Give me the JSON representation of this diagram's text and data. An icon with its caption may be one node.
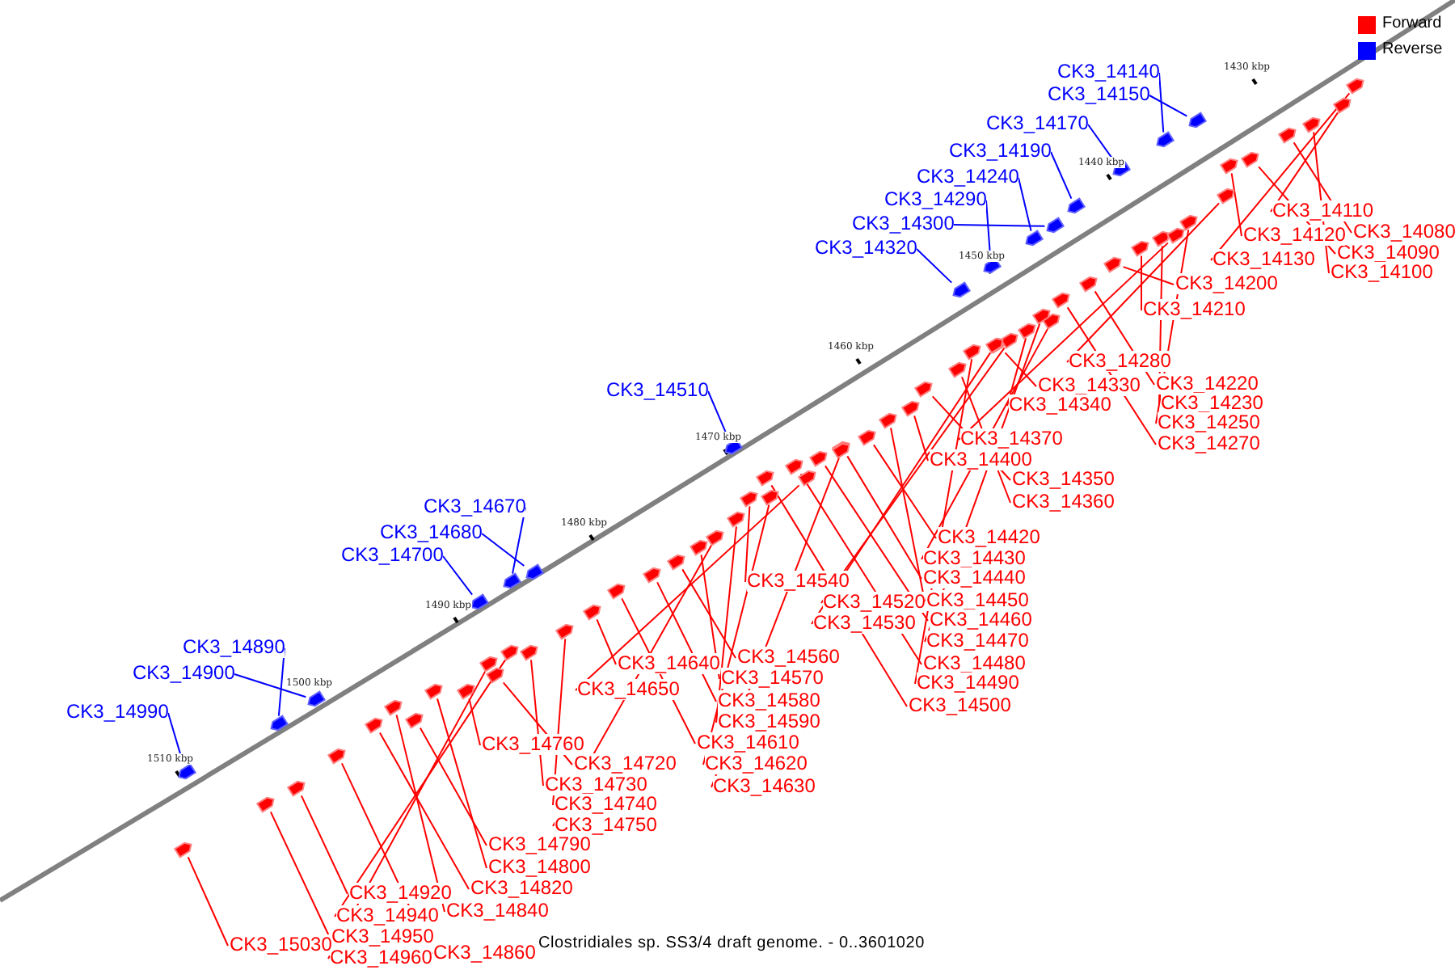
{
  "diagram": {
    "caption": "Clostridiales sp. SS3/4 draft genome. - 0..3601020",
    "nodes": [
      {
        "text": [
          "CK3_14140"
        ]
      },
      {
        "text": [
          "CK3_14150"
        ]
      },
      {
        "text": [
          "CK3_14170"
        ]
      },
      {
        "text": [
          "CK3_14190"
        ]
      },
      {
        "text": [
          "CK3_14240"
        ]
      },
      {
        "text": [
          "CK3_14290"
        ]
      },
      {
        "text": [
          "CK3_14300"
        ]
      },
      {
        "text": [
          "CK3_14320"
        ]
      },
      {
        "text": [
          "CK3_14510"
        ]
      },
      {
        "text": [
          "CK3_14670"
        ]
      },
      {
        "text": [
          "CK3_14680"
        ]
      },
      {
        "text": [
          "CK3_14700"
        ]
      },
      {
        "text": [
          "CK3_14890"
        ]
      },
      {
        "text": [
          "CK3_14900"
        ]
      },
      {
        "text": [
          "CK3_14990"
        ]
      },
      {
        "text": [
          "CK3_14080"
        ]
      },
      {
        "text": [
          "CK3_14090"
        ]
      },
      {
        "text": [
          "CK3_14100"
        ]
      },
      {
        "text": [
          "CK3_14110"
        ]
      },
      {
        "text": [
          "CK3_14120"
        ]
      },
      {
        "text": [
          "CK3_14130"
        ]
      },
      {
        "text": [
          "CK3_14200"
        ]
      },
      {
        "text": [
          "CK3_14210"
        ]
      },
      {
        "text": [
          "CK3_14220"
        ]
      },
      {
        "text": [
          "CK3_14230"
        ]
      },
      {
        "text": [
          "CK3_14250"
        ]
      },
      {
        "text": [
          "CK3_14270"
        ]
      },
      {
        "text": [
          "CK3_14280"
        ]
      },
      {
        "text": [
          "CK3_14330"
        ]
      },
      {
        "text": [
          "CK3_14340"
        ]
      },
      {
        "text": [
          "CK3_14350"
        ]
      },
      {
        "text": [
          "CK3_14360"
        ]
      },
      {
        "text": [
          "CK3_14370"
        ]
      },
      {
        "text": [
          "CK3_14400"
        ]
      },
      {
        "text": [
          "CK3_14420"
        ]
      },
      {
        "text": [
          "CK3_14430"
        ]
      },
      {
        "text": [
          "CK3_14440"
        ]
      },
      {
        "text": [
          "CK3_14450"
        ]
      },
      {
        "text": [
          "CK3_14460"
        ]
      },
      {
        "text": [
          "CK3_14470"
        ]
      },
      {
        "text": [
          "CK3_14480"
        ]
      },
      {
        "text": [
          "CK3_14490"
        ]
      },
      {
        "text": [
          "CK3_14500"
        ]
      },
      {
        "text": [
          "CK3_14520"
        ]
      },
      {
        "text": [
          "CK3_14530"
        ]
      },
      {
        "text": [
          "CK3_14540"
        ]
      },
      {
        "text": [
          "CK3_14560"
        ]
      },
      {
        "text": [
          "CK3_14570"
        ]
      },
      {
        "text": [
          "CK3_14580"
        ]
      },
      {
        "text": [
          "CK3_14590"
        ]
      },
      {
        "text": [
          "CK3_14610"
        ]
      },
      {
        "text": [
          "CK3_14620"
        ]
      },
      {
        "text": [
          "CK3_14630"
        ]
      },
      {
        "text": [
          "CK3_14640"
        ]
      },
      {
        "text": [
          "CK3_14650"
        ]
      },
      {
        "text": [
          "CK3_14720"
        ]
      },
      {
        "text": [
          "CK3_14730"
        ]
      },
      {
        "text": [
          "CK3_14740"
        ]
      },
      {
        "text": [
          "CK3_14750"
        ]
      },
      {
        "text": [
          "CK3_14760"
        ]
      },
      {
        "text": [
          "CK3_14790"
        ]
      },
      {
        "text": [
          "CK3_14800"
        ]
      },
      {
        "text": [
          "CK3_14820"
        ]
      },
      {
        "text": [
          "CK3_14840"
        ]
      },
      {
        "text": [
          "CK3_14860"
        ]
      },
      {
        "text": [
          "CK3_14920"
        ]
      },
      {
        "text": [
          "CK3_14940"
        ]
      },
      {
        "text": [
          "CK3_14950"
        ]
      },
      {
        "text": [
          "CK3_14960"
        ]
      },
      {
        "text": [
          "CK3_15030"
        ]
      },
      {
        "text": [],
        "shape": "pentagon"
      },
      {
        "text": [],
        "shape": "pentagon"
      },
      {
        "text": [],
        "shape": "pentagon"
      },
      {
        "text": [],
        "shape": "pentagon"
      },
      {
        "text": [],
        "shape": "pentagon"
      },
      {
        "text": [],
        "shape": "pentagon"
      },
      {
        "text": [],
        "shape": "pentagon"
      },
      {
        "text": [],
        "shape": "pentagon"
      },
      {
        "text": [],
        "shape": "pentagon"
      },
      {
        "text": [],
        "shape": "pentagon"
      },
      {
        "text": [],
        "shape": "pentagon"
      },
      {
        "text": [],
        "shape": "pentagon"
      },
      {
        "text": [],
        "shape": "pentagon"
      },
      {
        "text": [],
        "shape": "pentagon"
      },
      {
        "text": [],
        "shape": "pentagon"
      },
      {
        "text": [],
        "shape": "pentagon"
      },
      {
        "text": [],
        "shape": "pentagon"
      },
      {
        "text": [],
        "shape": "pentagon"
      },
      {
        "text": [],
        "shape": "pentagon"
      },
      {
        "text": [],
        "shape": "pentagon"
      },
      {
        "text": [],
        "shape": "pentagon"
      },
      {
        "text": [],
        "shape": "pentagon"
      },
      {
        "text": [],
        "shape": "pentagon"
      },
      {
        "text": [],
        "shape": "pentagon"
      },
      {
        "text": [],
        "shape": "pentagon"
      },
      {
        "text": [],
        "shape": "pentagon"
      },
      {
        "text": [],
        "shape": "pentagon"
      },
      {
        "text": [],
        "shape": "pentagon"
      },
      {
        "text": [],
        "shape": "pentagon"
      },
      {
        "text": [],
        "shape": "pentagon"
      },
      {
        "text": [],
        "shape": "pentagon"
      },
      {
        "text": [],
        "shape": "pentagon"
      },
      {
        "text": [],
        "shape": "pentagon"
      },
      {
        "text": [],
        "shape": "pentagon"
      },
      {
        "text": [],
        "shape": "pentagon"
      },
      {
        "text": [],
        "shape": "pentagon"
      },
      {
        "text": [],
        "shape": "pentagon"
      },
      {
        "text": [],
        "shape": "pentagon"
      },
      {
        "text": [],
        "shape": "pentagon"
      },
      {
        "text": [],
        "shape": "pentagon"
      },
      {
        "text": [],
        "shape": "pentagon"
      },
      {
        "text": [],
        "shape": "pentagon"
      },
      {
        "text": [],
        "shape": "pentagon"
      },
      {
        "text": [],
        "shape": "pentagon"
      },
      {
        "text": [],
        "shape": "pentagon"
      },
      {
        "text": [],
        "shape": "pentagon"
      },
      {
        "text": [],
        "shape": "pentagon"
      },
      {
        "text": [],
        "shape": "pentagon"
      },
      {
        "text": [],
        "shape": "pentagon"
      },
      {
        "text": [],
        "shape": "pentagon"
      },
      {
        "text": [],
        "shape": "pentagon"
      },
      {
        "text": [],
        "shape": "pentagon"
      },
      {
        "text": [],
        "shape": "pentagon"
      },
      {
        "text": [],
        "shape": "pentagon"
      },
      {
        "text": [],
        "shape": "pentagon"
      },
      {
        "text": [],
        "shape": "pentagon"
      },
      {
        "text": [],
        "shape": "pentagon"
      },
      {
        "text": [],
        "shape": "pentagon"
      },
      {
        "text": [],
        "shape": "pentagon"
      },
      {
        "text": [],
        "shape": "pentagon"
      },
      {
        "text": [],
        "shape": "pentagon"
      },
      {
        "text": [],
        "shape": "pentagon"
      },
      {
        "text": [],
        "shape": "pentagon"
      },
      {
        "text": [],
        "shape": "pentagon"
      },
      {
        "text": [],
        "shape": "pentagon"
      },
      {
        "text": [],
        "shape": "pentagon"
      },
      {
        "text": [],
        "shape": "pentagon"
      },
      {
        "text": [],
        "shape": "pentagon"
      },
      {
        "text": [],
        "shape": "pentagon"
      },
      {
        "text": [],
        "shape": "pentagon"
      }
    ],
    "edges": [
      {
        "from": 0,
        "to": 70,
        "arrow": "none",
        "color": "#0000ff"
      },
      {
        "from": 1,
        "to": 71,
        "arrow": "none",
        "color": "#0000ff"
      },
      {
        "from": 2,
        "to": 72,
        "arrow": "none",
        "color": "#0000ff"
      },
      {
        "from": 3,
        "to": 73,
        "arrow": "none",
        "color": "#0000ff"
      },
      {
        "from": 4,
        "to": 74,
        "arrow": "none",
        "color": "#0000ff"
      },
      {
        "from": 5,
        "to": 75,
        "arrow": "none",
        "color": "#0000ff"
      },
      {
        "from": 6,
        "to": 76,
        "arrow": "none",
        "color": "#0000ff"
      },
      {
        "from": 7,
        "to": 77,
        "arrow": "none",
        "color": "#0000ff"
      },
      {
        "from": 8,
        "to": 78,
        "arrow": "none",
        "color": "#0000ff"
      },
      {
        "from": 9,
        "to": 79,
        "arrow": "none",
        "color": "#0000ff"
      },
      {
        "from": 10,
        "to": 80,
        "arrow": "none",
        "color": "#0000ff"
      },
      {
        "from": 11,
        "to": 81,
        "arrow": "none",
        "color": "#0000ff"
      },
      {
        "from": 12,
        "to": 82,
        "arrow": "none",
        "color": "#0000ff"
      },
      {
        "from": 13,
        "to": 83,
        "arrow": "none",
        "color": "#0000ff"
      },
      {
        "from": 14,
        "to": 84,
        "arrow": "none",
        "color": "#0000ff"
      },
      {
        "from": 15,
        "to": 85,
        "arrow": "none"
      },
      {
        "from": 16,
        "to": 86,
        "arrow": "none"
      },
      {
        "from": 17,
        "to": 87,
        "arrow": "none"
      },
      {
        "from": 18,
        "to": 88,
        "arrow": "none"
      },
      {
        "from": 19,
        "to": 89,
        "arrow": "none"
      },
      {
        "from": 20,
        "to": 90,
        "arrow": "none"
      },
      {
        "from": 21,
        "to": 91,
        "arrow": "none"
      },
      {
        "from": 22,
        "to": 92,
        "arrow": "none"
      },
      {
        "from": 23,
        "to": 93,
        "arrow": "none"
      },
      {
        "from": 24,
        "to": 94,
        "arrow": "none"
      },
      {
        "from": 25,
        "to": 95,
        "arrow": "none"
      },
      {
        "from": 26,
        "to": 96,
        "arrow": "none"
      },
      {
        "from": 27,
        "to": 97,
        "arrow": "none"
      },
      {
        "from": 28,
        "to": 98,
        "arrow": "none"
      },
      {
        "from": 29,
        "to": 99,
        "arrow": "none"
      },
      {
        "from": 30,
        "to": 100,
        "arrow": "none"
      },
      {
        "from": 31,
        "to": 101,
        "arrow": "none"
      },
      {
        "from": 32,
        "to": 102,
        "arrow": "none"
      },
      {
        "from": 33,
        "to": 103,
        "arrow": "none"
      },
      {
        "from": 34,
        "to": 104,
        "arrow": "none"
      },
      {
        "from": 35,
        "to": 105,
        "arrow": "none"
      },
      {
        "from": 36,
        "to": 106,
        "arrow": "none"
      },
      {
        "from": 37,
        "to": 107,
        "arrow": "none"
      },
      {
        "from": 38,
        "to": 108,
        "arrow": "none"
      },
      {
        "from": 39,
        "to": 109,
        "arrow": "none"
      },
      {
        "from": 40,
        "to": 110,
        "arrow": "none"
      },
      {
        "from": 41,
        "to": 111,
        "arrow": "none"
      },
      {
        "from": 42,
        "to": 112,
        "arrow": "none"
      },
      {
        "from": 43,
        "to": 113,
        "arrow": "none"
      },
      {
        "from": 44,
        "to": 114,
        "arrow": "none"
      },
      {
        "from": 45,
        "to": 115,
        "arrow": "none"
      },
      {
        "from": 46,
        "to": 116,
        "arrow": "none"
      },
      {
        "from": 47,
        "to": 117,
        "arrow": "none"
      },
      {
        "from": 48,
        "to": 118,
        "arrow": "none"
      },
      {
        "from": 49,
        "to": 119,
        "arrow": "none"
      },
      {
        "from": 50,
        "to": 120,
        "arrow": "none"
      },
      {
        "from": 51,
        "to": 121,
        "arrow": "none"
      },
      {
        "from": 52,
        "to": 122,
        "arrow": "none"
      },
      {
        "from": 53,
        "to": 123,
        "arrow": "none"
      },
      {
        "from": 54,
        "to": 124,
        "arrow": "none"
      },
      {
        "from": 55,
        "to": 125,
        "arrow": "none"
      },
      {
        "from": 56,
        "to": 126,
        "arrow": "none"
      },
      {
        "from": 57,
        "to": 127,
        "arrow": "none"
      },
      {
        "from": 58,
        "to": 128,
        "arrow": "none"
      },
      {
        "from": 59,
        "to": 129,
        "arrow": "none"
      },
      {
        "from": 60,
        "to": 130,
        "arrow": "none"
      },
      {
        "from": 61,
        "to": 131,
        "arrow": "none"
      },
      {
        "from": 62,
        "to": 132,
        "arrow": "none"
      },
      {
        "from": 63,
        "to": 133,
        "arrow": "none"
      },
      {
        "from": 64,
        "to": 134,
        "arrow": "none"
      },
      {
        "from": 65,
        "to": 135,
        "arrow": "none"
      },
      {
        "from": 66,
        "to": 136,
        "arrow": "none"
      },
      {
        "from": 67,
        "to": 137,
        "arrow": "none"
      },
      {
        "from": 68,
        "to": 138,
        "arrow": "none"
      },
      {
        "from": 69,
        "to": 139,
        "arrow": "none"
      }
    ],
    "labels": [
      "1430 kbp",
      "1440 kbp",
      "1450 kbp",
      "1460 kbp",
      "1470 kbp",
      "1480 kbp",
      "1490 kbp",
      "1500 kbp",
      "1510 kbp"
    ],
    "legend": [
      {
        "text": "Forward",
        "color": "#ff0000"
      },
      {
        "text": "Reverse",
        "color": "#0000ff"
      }
    ]
  }
}
